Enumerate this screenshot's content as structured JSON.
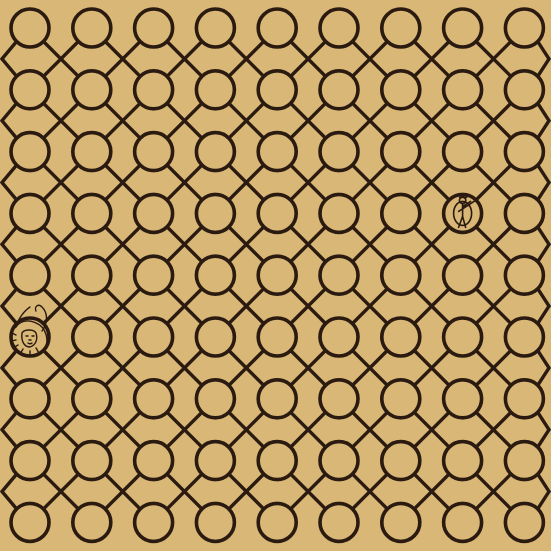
{
  "board": {
    "rows": 9,
    "cols": 9,
    "paper_color": "#d9b776",
    "ink_color": "#2a1a10"
  },
  "pieces": [
    {
      "name": "hunter",
      "row": 3,
      "col": 7,
      "icon": "hunter-with-rifle-icon"
    },
    {
      "name": "lion",
      "row": 5,
      "col": 0,
      "icon": "lion-icon"
    }
  ]
}
